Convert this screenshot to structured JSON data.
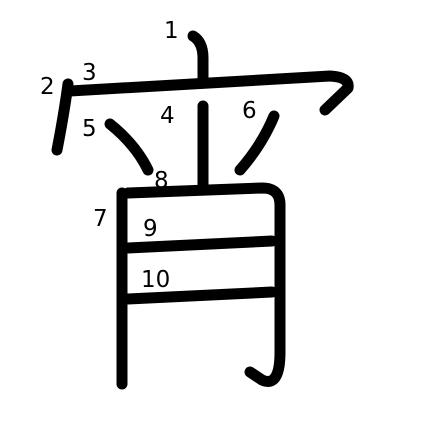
{
  "character": "宵",
  "stroke_count": 10,
  "strokes": [
    {
      "order": 1,
      "label": "1"
    },
    {
      "order": 2,
      "label": "2"
    },
    {
      "order": 3,
      "label": "3"
    },
    {
      "order": 4,
      "label": "4"
    },
    {
      "order": 5,
      "label": "5"
    },
    {
      "order": 6,
      "label": "6"
    },
    {
      "order": 7,
      "label": "7"
    },
    {
      "order": 8,
      "label": "8"
    },
    {
      "order": 9,
      "label": "9"
    },
    {
      "order": 10,
      "label": "10"
    }
  ],
  "colors": {
    "stroke": "#000000",
    "background": "#ffffff"
  }
}
